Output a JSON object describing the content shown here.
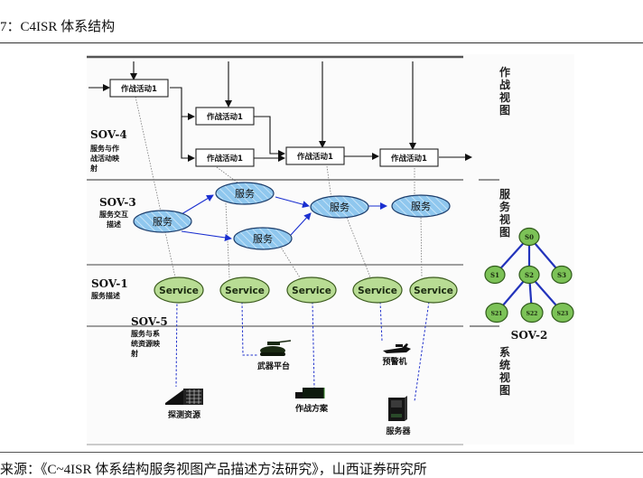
{
  "caption": "7：C4ISR 体系结构",
  "source": "来源：《C~4ISR 体系结构服务视图产品描述方法研究》，山西证券研究所",
  "views": {
    "operational": [
      "作",
      "战",
      "视",
      "图"
    ],
    "service": [
      "服",
      "务",
      "视",
      "图"
    ],
    "system": [
      "系",
      "统",
      "视",
      "图"
    ]
  },
  "layers": {
    "sov4": {
      "code": "SOV-4",
      "desc": [
        "服务与作",
        "战活动映",
        "射"
      ]
    },
    "sov3": {
      "code": "SOV-3",
      "desc": [
        "服务交互",
        "描述"
      ]
    },
    "sov1": {
      "code": "SOV-1",
      "desc": [
        "服务描述"
      ]
    },
    "sov5": {
      "code": "SOV-5",
      "desc": [
        "服务与系",
        "统资源映",
        "射"
      ]
    },
    "sov2": {
      "code": "SOV-2"
    }
  },
  "activities": [
    "作战活动1",
    "作战活动1",
    "作战活动1",
    "作战活动1",
    "作战活动1"
  ],
  "services": [
    "服务",
    "服务",
    "服务",
    "服务",
    "服务"
  ],
  "service_descriptions": [
    "Service",
    "Service",
    "Service",
    "Service",
    "Service"
  ],
  "resources": {
    "sensor": "探测资源",
    "weapon": "武器平台",
    "plan": "作战方案",
    "aew": "预警机",
    "server": "服务器"
  },
  "tree": {
    "root": "S0",
    "level1": [
      "S1",
      "S2",
      "S3"
    ],
    "level2": [
      "S21",
      "S22",
      "S23"
    ]
  },
  "colors": {
    "service_fill": "#8fc7ee",
    "service_stroke": "#1c3d6b",
    "sd_fill": "#b8dc94",
    "sd_stroke": "#3a5a1c",
    "tree_fill": "#7cc257",
    "tree_edge": "#2233bb",
    "arrow_blue": "#1a2fd0"
  }
}
